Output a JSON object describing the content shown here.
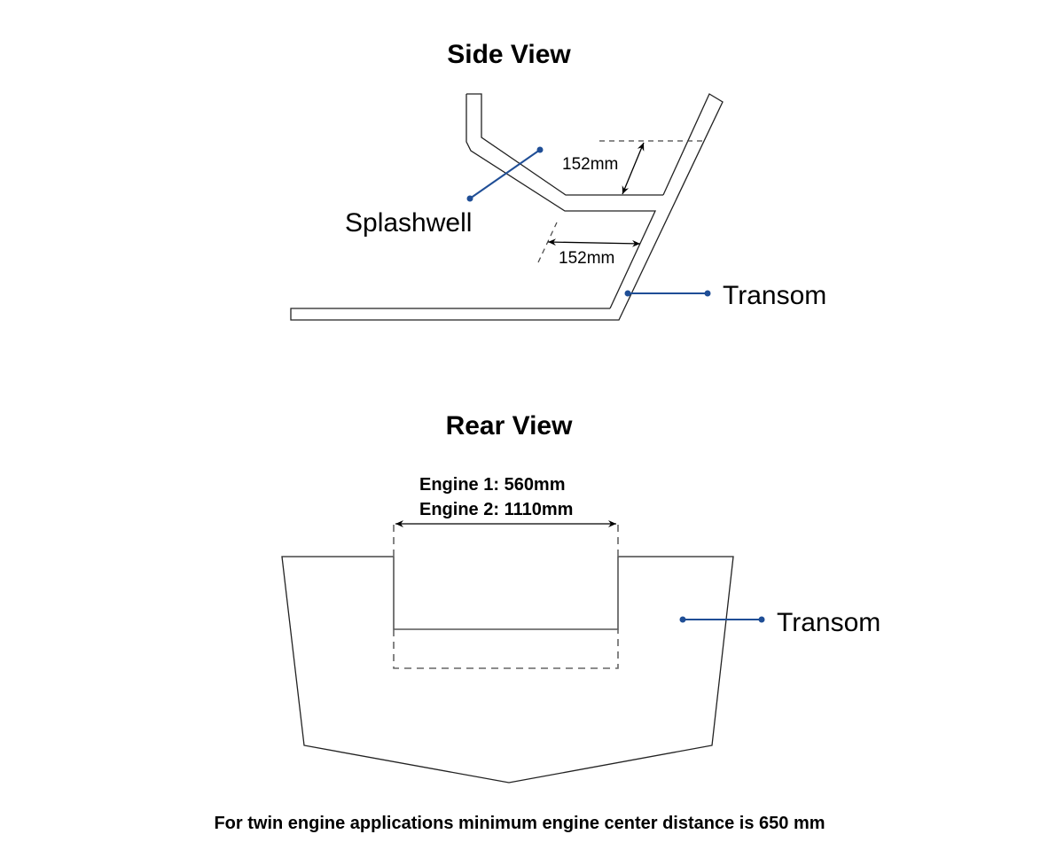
{
  "side_view": {
    "title": "Side View",
    "splashwell_label": "Splashwell",
    "transom_label": "Transom",
    "dim_vertical": "152mm",
    "dim_horizontal": "152mm"
  },
  "rear_view": {
    "title": "Rear View",
    "engine_1": "Engine 1: 560mm",
    "engine_2": "Engine 2: 1110mm",
    "transom_label": "Transom"
  },
  "footnote": "For twin engine applications minimum engine center distance is 650 mm",
  "colors": {
    "leader": "#1f4e96",
    "outline": "#222222"
  }
}
